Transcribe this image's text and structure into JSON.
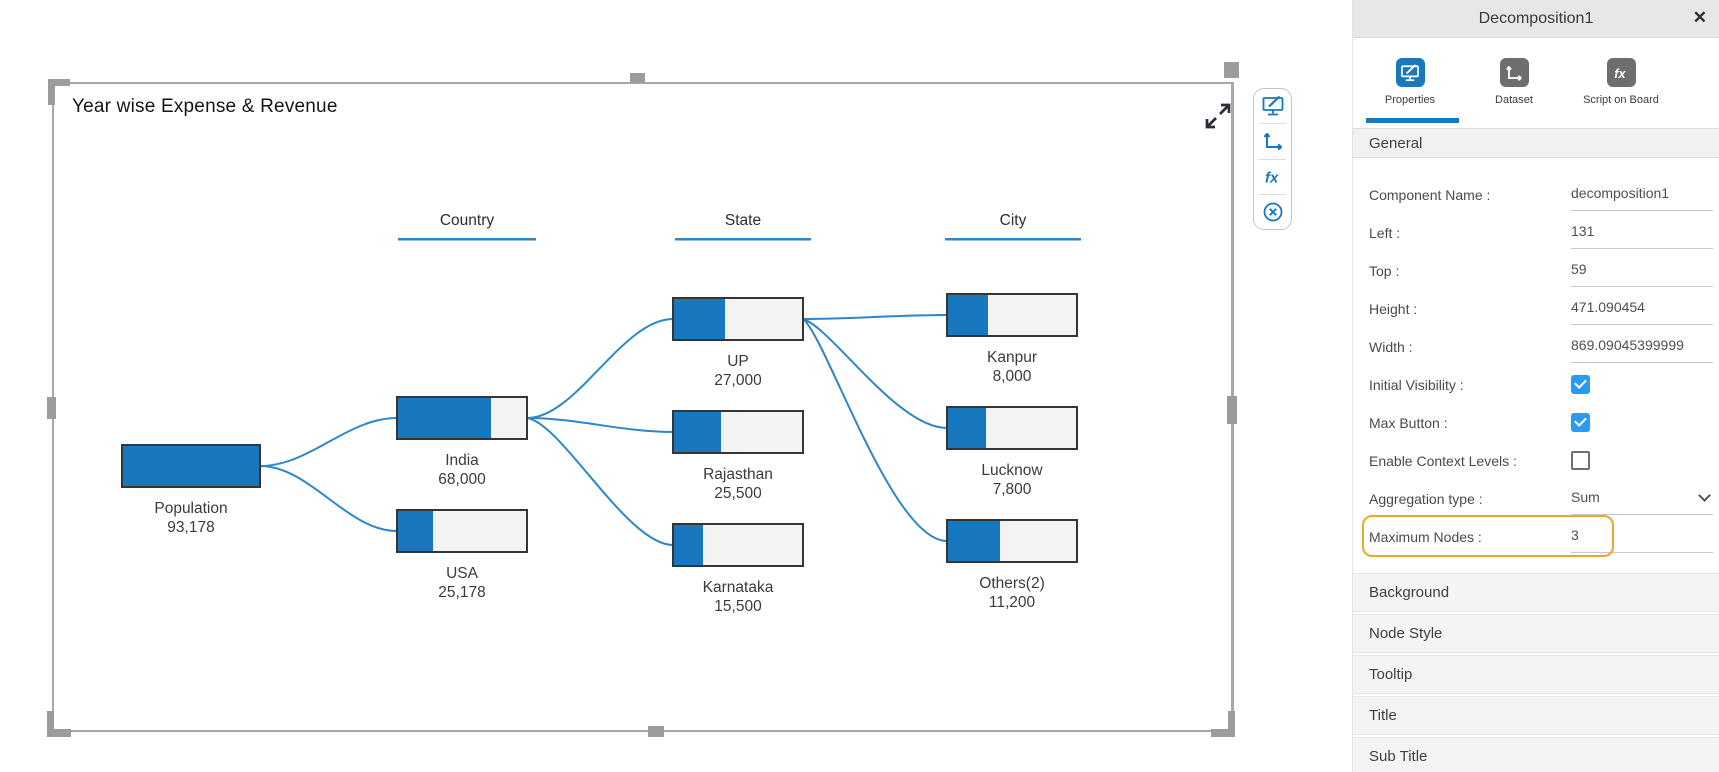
{
  "window": {
    "title": "Decomposition1",
    "close_glyph": "✕"
  },
  "tabs": {
    "properties": "Properties",
    "dataset": "Dataset",
    "script": "Script on Board"
  },
  "icons": {
    "fx_glyph": "fx"
  },
  "general_section": "General",
  "fields": {
    "component_name": {
      "label": "Component Name :",
      "value": "decomposition1"
    },
    "left": {
      "label": "Left :",
      "value": "131"
    },
    "top": {
      "label": "Top :",
      "value": "59"
    },
    "height": {
      "label": "Height :",
      "value": "471.090454"
    },
    "width": {
      "label": "Width :",
      "value": "869.09045399999"
    },
    "initial_visibility": {
      "label": "Initial Visibility :",
      "checked": true
    },
    "max_button": {
      "label": "Max Button :",
      "checked": true
    },
    "enable_context_levels": {
      "label": "Enable Context Levels :",
      "checked": false
    },
    "aggregation_type": {
      "label": "Aggregation type :",
      "value": "Sum"
    },
    "maximum_nodes": {
      "label": "Maximum Nodes :",
      "value": "3"
    }
  },
  "accordion_sections": [
    "Background",
    "Node Style",
    "Tooltip",
    "Title",
    "Sub Title"
  ],
  "chart": {
    "title": "Year wise Expense & Revenue",
    "levels": [
      "Country",
      "State",
      "City"
    ],
    "nodes": {
      "population": {
        "label": "Population",
        "value": "93,178"
      },
      "india": {
        "label": "India",
        "value": "68,000"
      },
      "usa": {
        "label": "USA",
        "value": "25,178"
      },
      "up": {
        "label": "UP",
        "value": "27,000"
      },
      "rajasthan": {
        "label": "Rajasthan",
        "value": "25,500"
      },
      "karnataka": {
        "label": "Karnataka",
        "value": "15,500"
      },
      "kanpur": {
        "label": "Kanpur",
        "value": "8,000"
      },
      "lucknow": {
        "label": "Lucknow",
        "value": "7,800"
      },
      "others": {
        "label": "Others(2)",
        "value": "11,200"
      }
    },
    "colors": {
      "node_fill": "#1878be",
      "node_empty": "#f3f3f3",
      "edge": "#2e86c8",
      "header_underline": "#2e86c8"
    }
  },
  "chart_data": {
    "type": "decomposition-tree",
    "title": "Year wise Expense & Revenue",
    "level_headers": [
      "Country",
      "State",
      "City"
    ],
    "nodes": [
      {
        "label": "Population",
        "value": 93178,
        "parent": null,
        "fill_ratio": 1.0
      },
      {
        "label": "India",
        "value": 68000,
        "parent": "Population",
        "fill_ratio": 0.73
      },
      {
        "label": "USA",
        "value": 25178,
        "parent": "Population",
        "fill_ratio": 0.27
      },
      {
        "label": "UP",
        "value": 27000,
        "parent": "India",
        "fill_ratio": 0.4
      },
      {
        "label": "Rajasthan",
        "value": 25500,
        "parent": "India",
        "fill_ratio": 0.37
      },
      {
        "label": "Karnataka",
        "value": 15500,
        "parent": "India",
        "fill_ratio": 0.23
      },
      {
        "label": "Kanpur",
        "value": 8000,
        "parent": "UP",
        "fill_ratio": 0.31
      },
      {
        "label": "Lucknow",
        "value": 7800,
        "parent": "UP",
        "fill_ratio": 0.3
      },
      {
        "label": "Others(2)",
        "value": 11200,
        "parent": "UP",
        "fill_ratio": 0.41
      }
    ]
  }
}
